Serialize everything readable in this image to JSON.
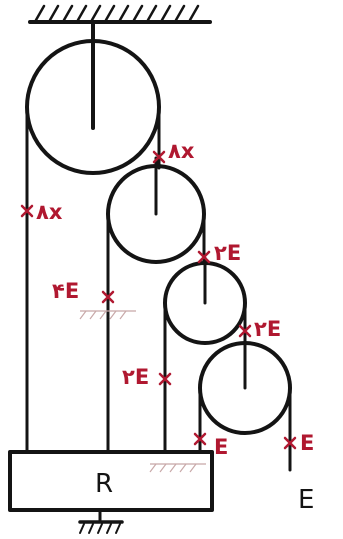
{
  "colors": {
    "ink": "#141414",
    "annotation": "#b01830",
    "hatch_faint": "#c8a8a8"
  },
  "labels": {
    "rope_left_tension": "۸x",
    "rope_top_tension": "۸x",
    "pulley2_right": "۲E",
    "pulley2_left": "۴E",
    "pulley3_right": "۲E",
    "pulley3_left": "۲E",
    "pulley4_left": "E",
    "pulley4_right": "E",
    "block": "R",
    "free_end": "E"
  }
}
